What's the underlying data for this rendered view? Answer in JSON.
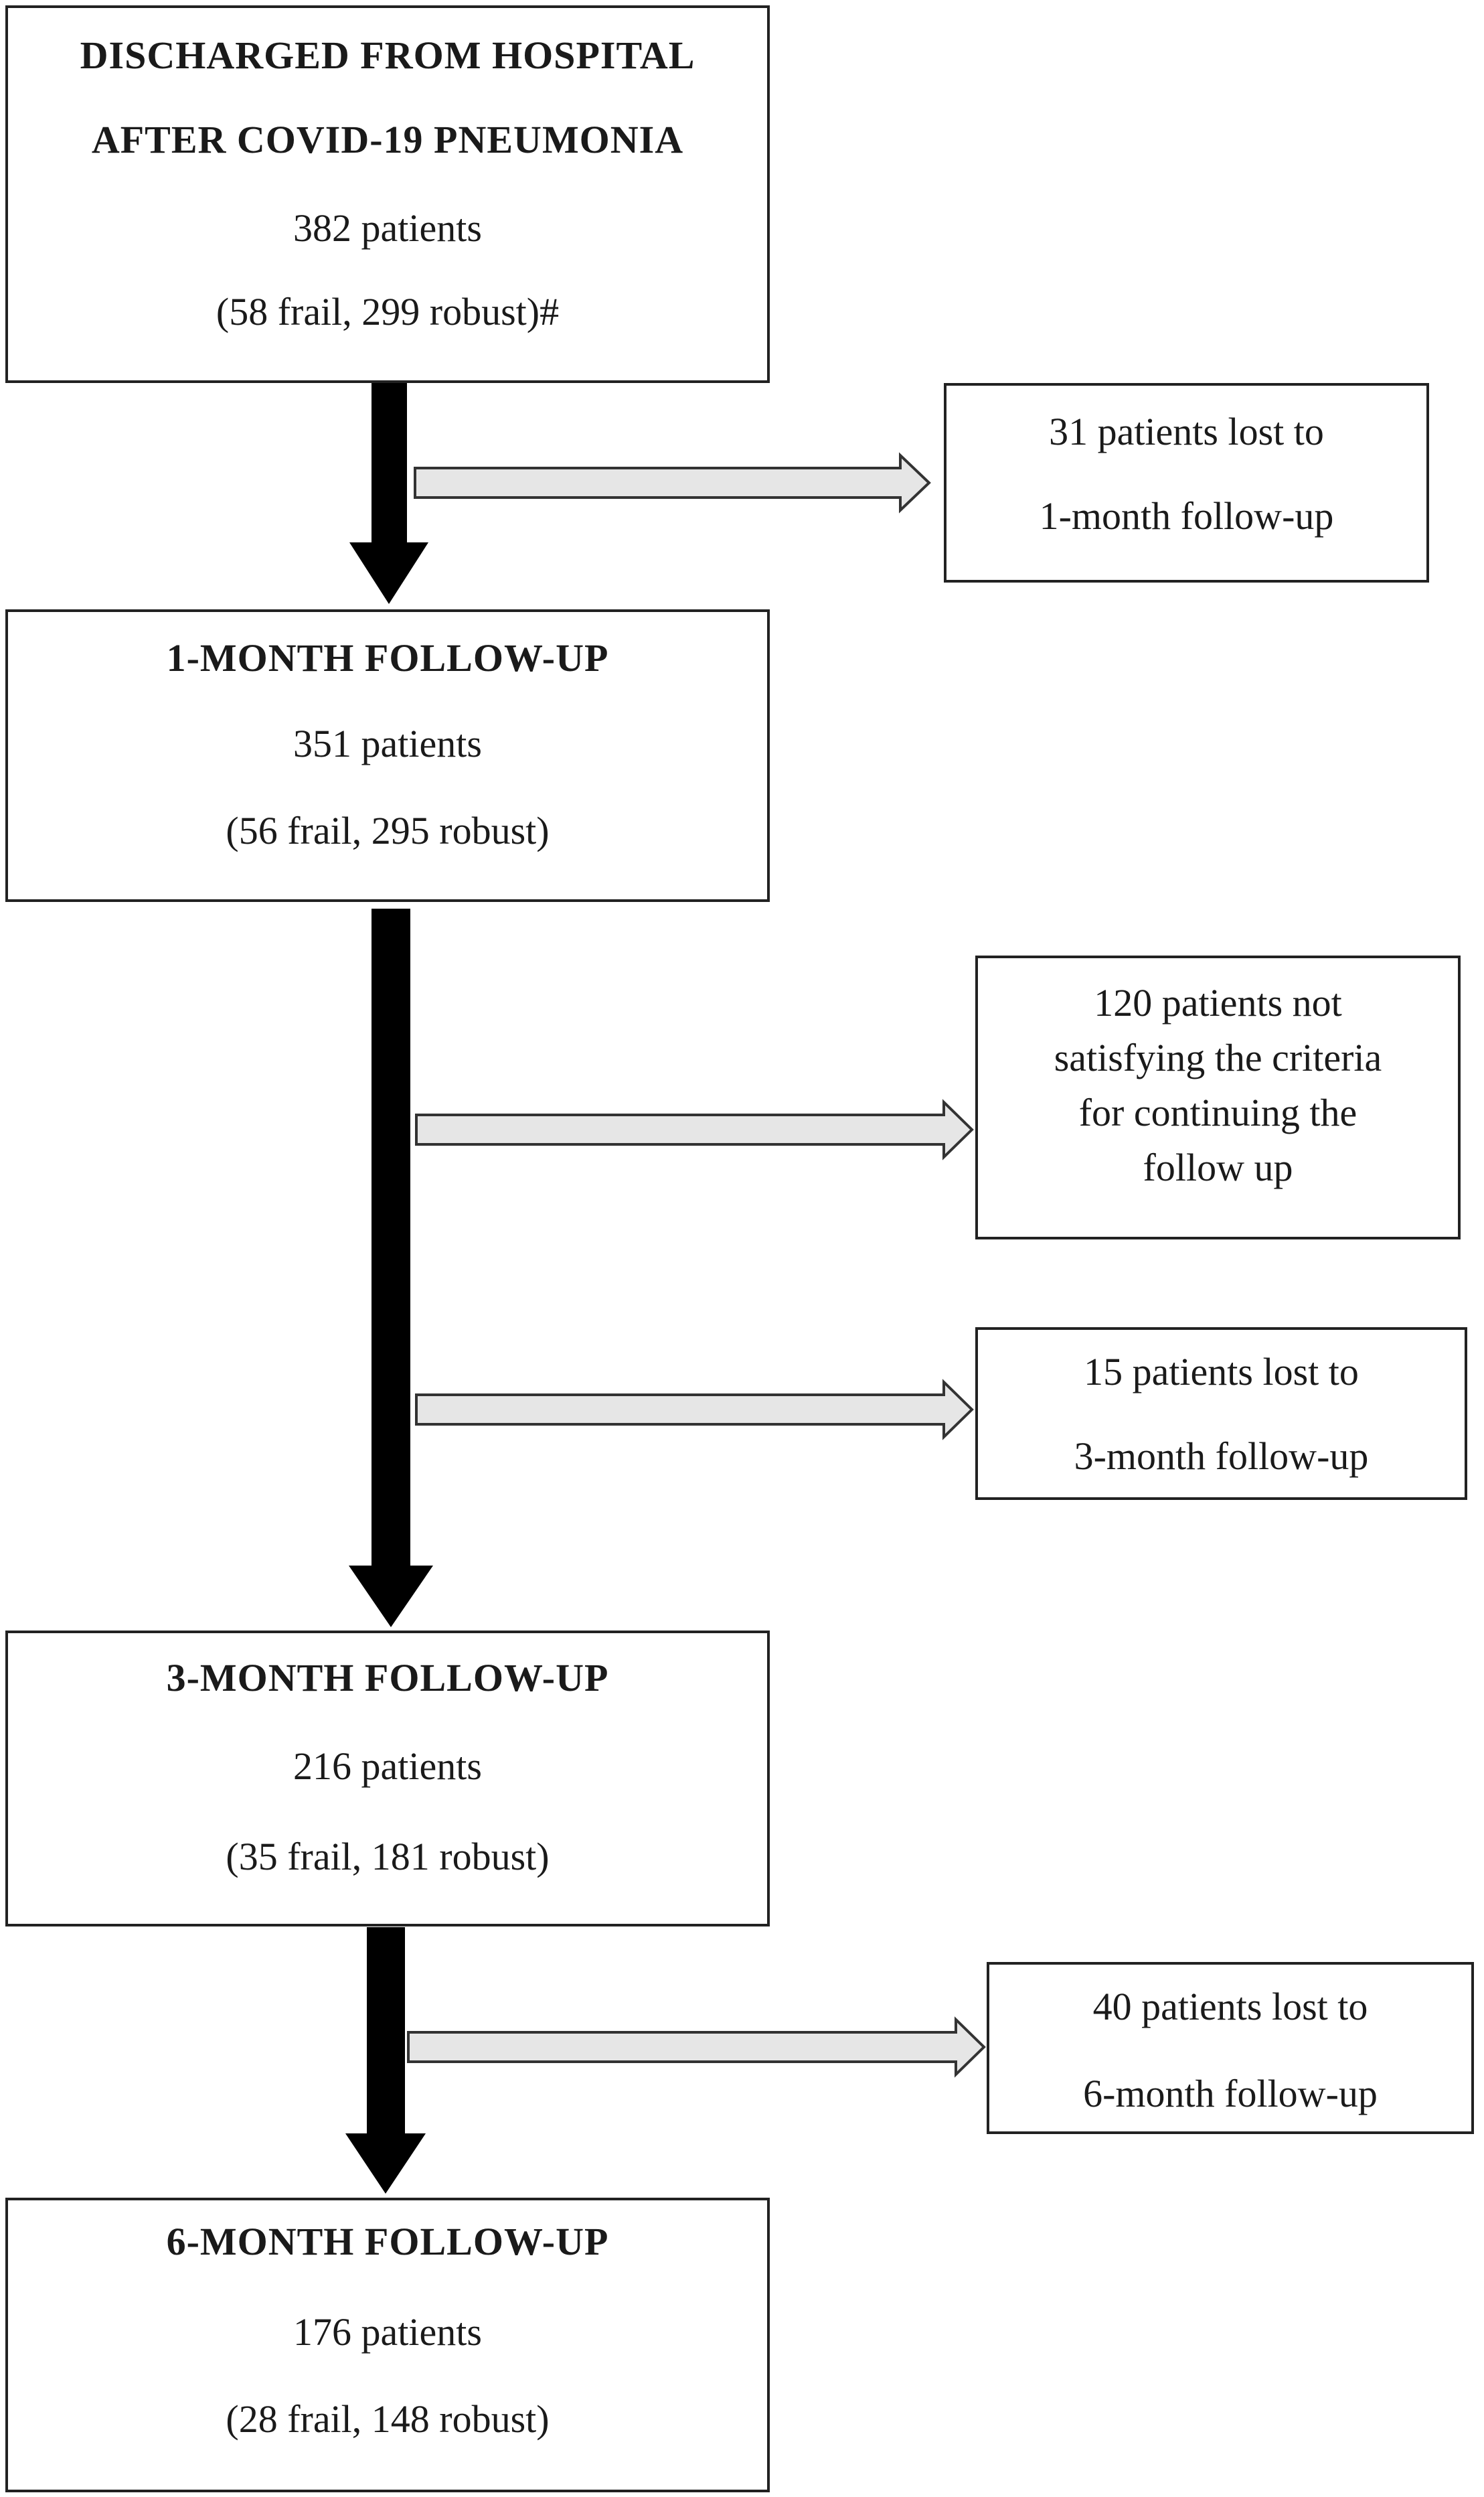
{
  "flow": {
    "start": {
      "title_line1": "DISCHARGED FROM HOSPITAL",
      "title_line2": "AFTER COVID-19 PNEUMONIA",
      "count": "382 patients",
      "breakdown": "(58 frail, 299 robust)#"
    },
    "month1": {
      "title": "1-MONTH FOLLOW-UP",
      "count": "351 patients",
      "breakdown": "(56 frail, 295 robust)"
    },
    "month3": {
      "title": "3-MONTH FOLLOW-UP",
      "count": "216 patients",
      "breakdown": "(35 frail, 181 robust)"
    },
    "month6": {
      "title": "6-MONTH FOLLOW-UP",
      "count": "176 patients",
      "breakdown": "(28 frail, 148 robust)"
    }
  },
  "exclusions": {
    "lost_1m": {
      "line1": "31 patients lost to",
      "line2": "1-month follow-up"
    },
    "criteria": {
      "line1": "120 patients not",
      "line2": "satisfying the criteria",
      "line3": "for continuing the",
      "line4": "follow up"
    },
    "lost_3m": {
      "line1": "15 patients lost to",
      "line2": "3-month follow-up"
    },
    "lost_6m": {
      "line1": "40 patients lost to",
      "line2": "6-month follow-up"
    }
  },
  "colors": {
    "main_arrow": "#000000",
    "side_arrow_fill": "#e6e6e6",
    "border": "#222222"
  }
}
